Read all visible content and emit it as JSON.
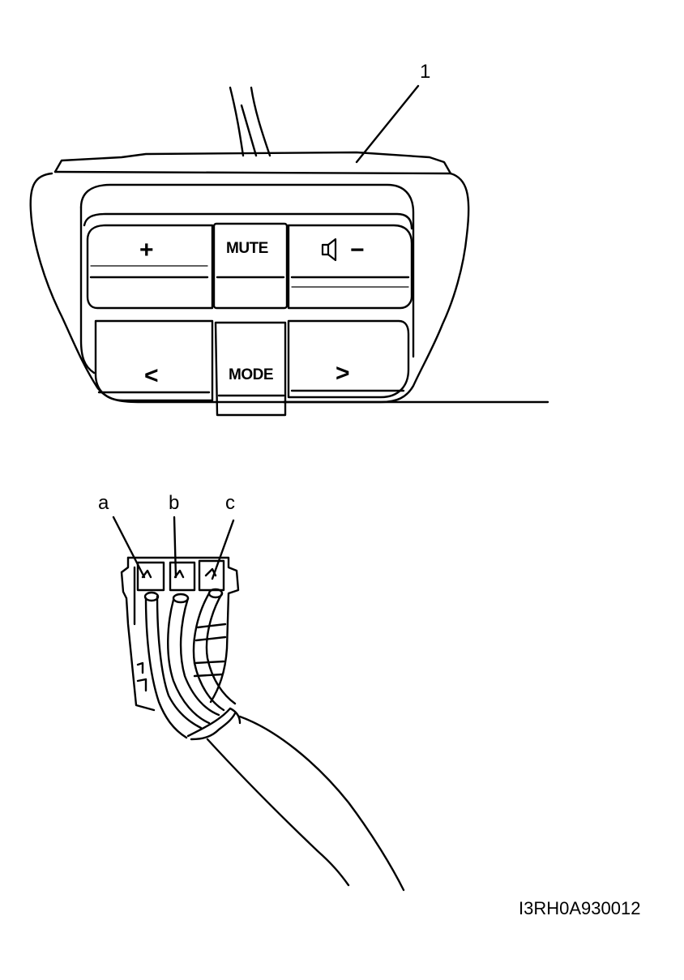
{
  "figure": {
    "id": "I3RH0A930012"
  },
  "callouts": {
    "switch": "1",
    "terminal_a": "a",
    "terminal_b": "b",
    "terminal_c": "c"
  },
  "buttons": {
    "volume_up": "+",
    "mute": "MUTE",
    "volume_down": "−",
    "seek_down": "<",
    "mode": "MODE",
    "seek_up": ">"
  },
  "icons": {
    "speaker": "speaker-icon"
  },
  "colors": {
    "line": "#000000",
    "background": "#ffffff"
  }
}
